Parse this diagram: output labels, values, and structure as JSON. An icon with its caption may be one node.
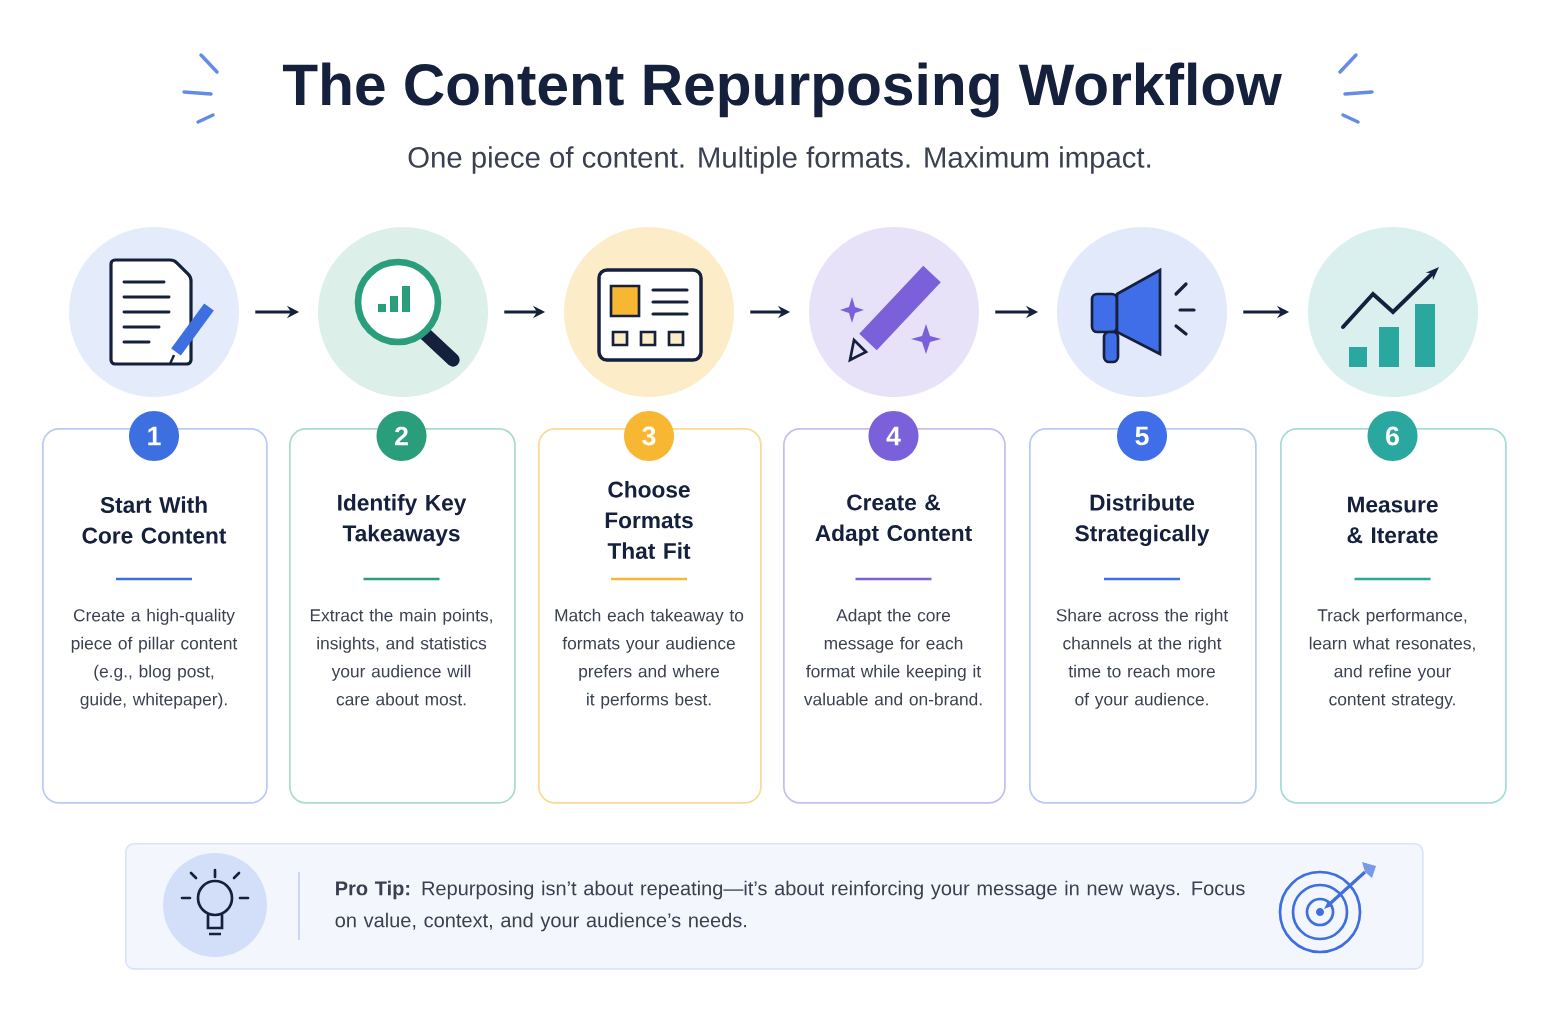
{
  "diagram": {
    "title": "The Content Repurposing Workflow",
    "nodes": [
      {
        "text": [],
        "shape": "picture"
      },
      {
        "text": [],
        "shape": "picture"
      },
      {
        "text": [],
        "shape": "picture"
      },
      {
        "text": [],
        "shape": "picture"
      },
      {
        "text": [],
        "shape": "picture"
      },
      {
        "text": [],
        "shape": "picture"
      },
      {
        "text": [
          "1",
          "Start With Core Content",
          "Create a high-quality piece of pillar content (e.g., blog post, guide, whitepaper)."
        ]
      },
      {
        "text": [
          "2",
          "Identify Key Takeaways",
          "Extract the main points, insights, and statistics your audience will care about most."
        ]
      },
      {
        "text": [
          "3",
          "Choose Formats That Fit",
          "Match each takeaway to formats your audience prefers and where it performs best."
        ]
      },
      {
        "text": [
          "4",
          "Create & Adapt Content",
          "Adapt the core message for each format while keeping it valuable and on-brand."
        ]
      },
      {
        "text": [
          "5",
          "Distribute Strategically",
          "Share across the right channels at the right time to reach more of your audience."
        ]
      },
      {
        "text": [
          "6",
          "Measure & Iterate",
          "Track performance, learn what resonates, and refine your content strategy."
        ]
      },
      {
        "text": [
          "**Pro Tip:** Repurposing isn’t about repeating—it’s about reinforcing your message in new ways. Focus on value, context, and your audience’s needs."
        ]
      }
    ],
    "edges": [
      {
        "from": 0,
        "to": 1,
        "arrow": "to"
      },
      {
        "from": 1,
        "to": 2,
        "arrow": "to"
      },
      {
        "from": 2,
        "to": 3,
        "arrow": "to"
      },
      {
        "from": 3,
        "to": 4,
        "arrow": "to"
      },
      {
        "from": 4,
        "to": 5,
        "arrow": "to"
      }
    ],
    "labels": [
      "One piece of content. Multiple formats. Maximum impact."
    ]
  }
}
